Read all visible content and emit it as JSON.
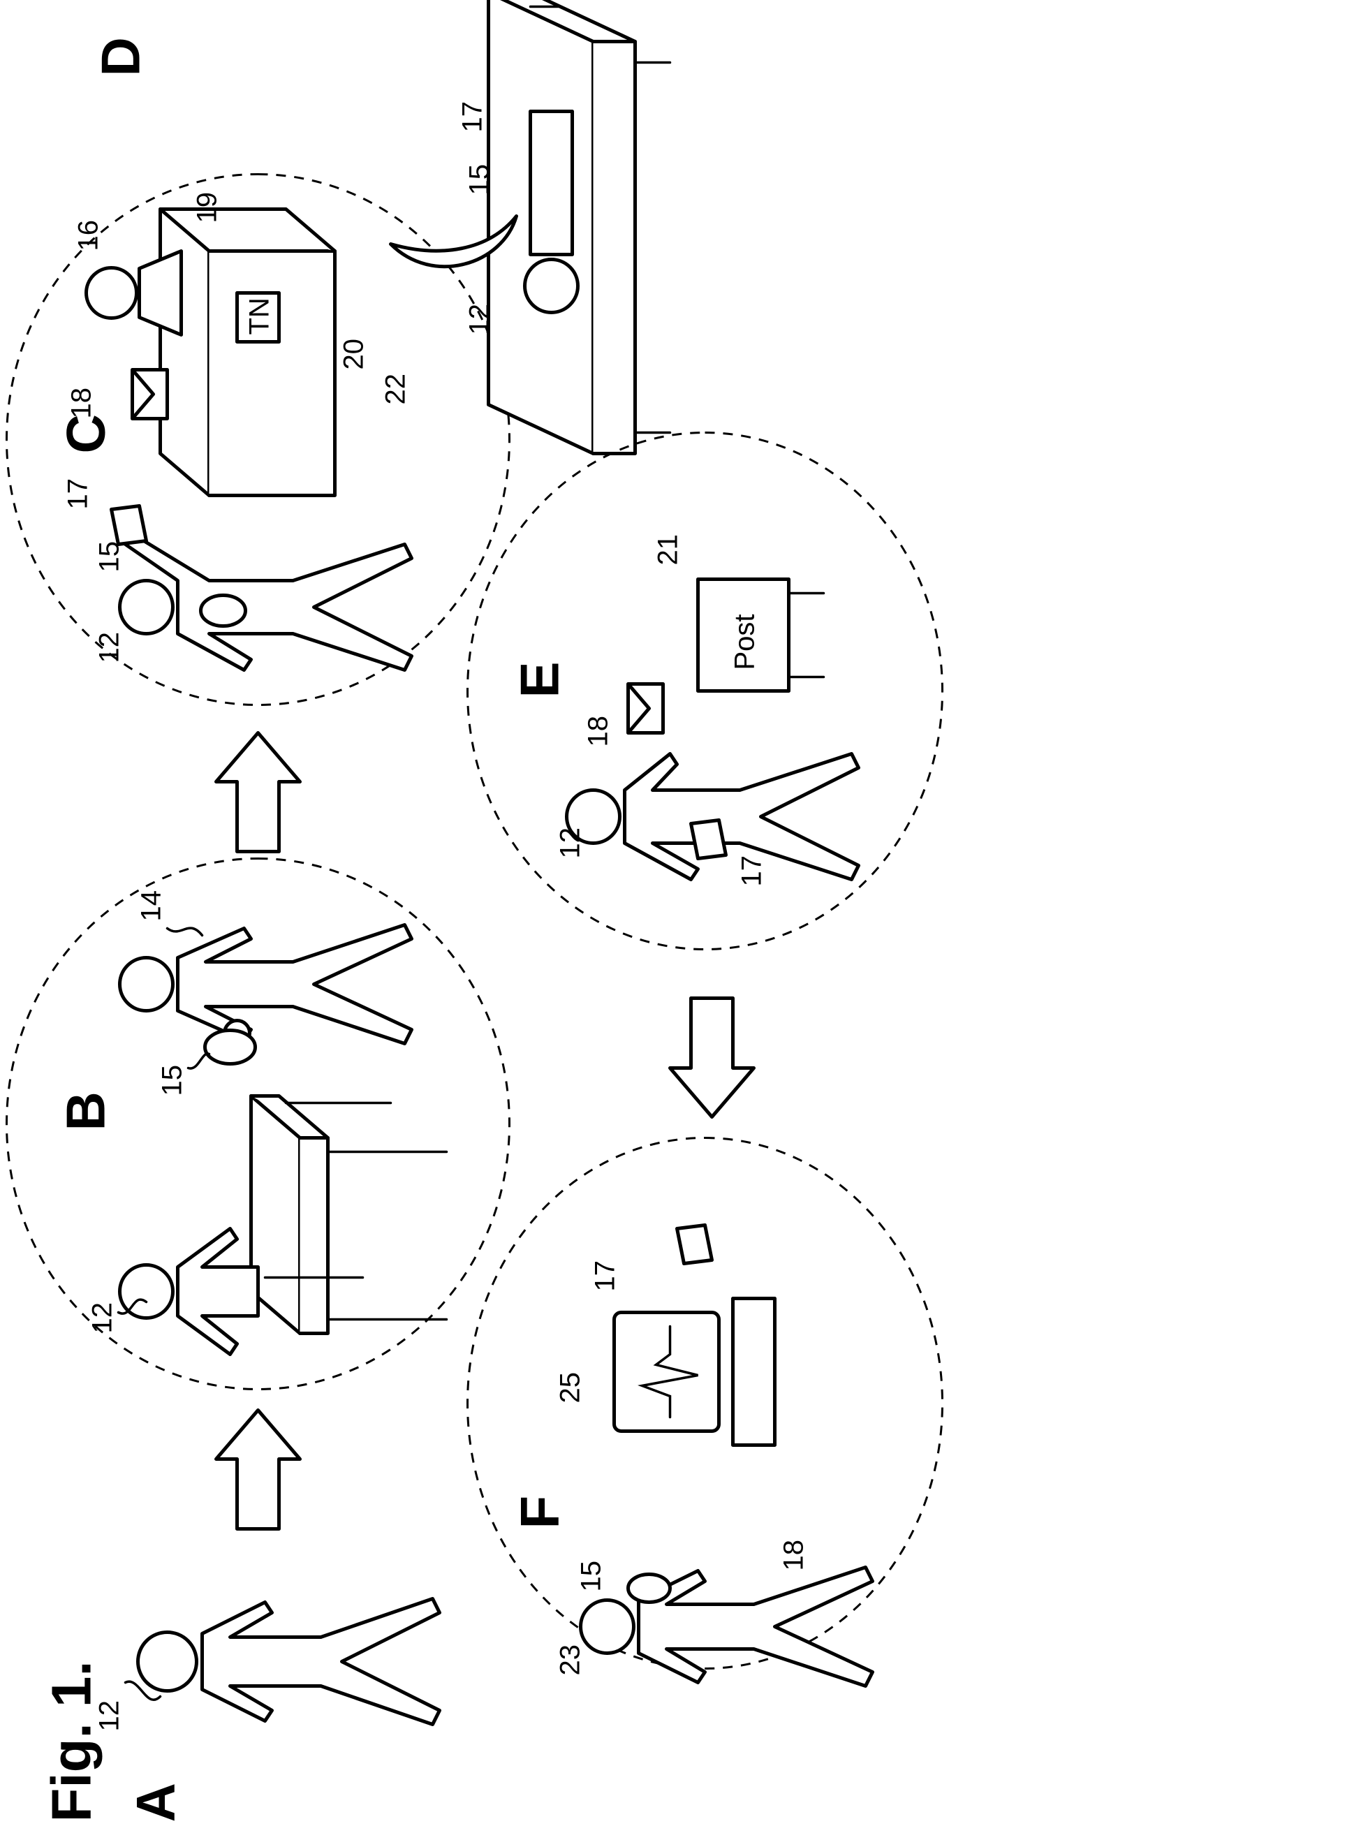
{
  "figure": {
    "title": "Fig. 1."
  },
  "panels": {
    "A": {
      "letter": "A",
      "refs": [
        "12"
      ]
    },
    "B": {
      "letter": "B",
      "refs": [
        "12",
        "15",
        "14"
      ]
    },
    "C": {
      "letter": "C",
      "refs": [
        "12",
        "15",
        "17",
        "18",
        "16",
        "19",
        "20",
        "22"
      ],
      "tag_text": "TN"
    },
    "D": {
      "letter": "D",
      "refs": [
        "12",
        "15",
        "17"
      ]
    },
    "E": {
      "letter": "E",
      "refs": [
        "12",
        "18",
        "21",
        "17"
      ],
      "box_text": "Post"
    },
    "F": {
      "letter": "F",
      "refs": [
        "23",
        "15",
        "18",
        "25",
        "17"
      ]
    }
  }
}
